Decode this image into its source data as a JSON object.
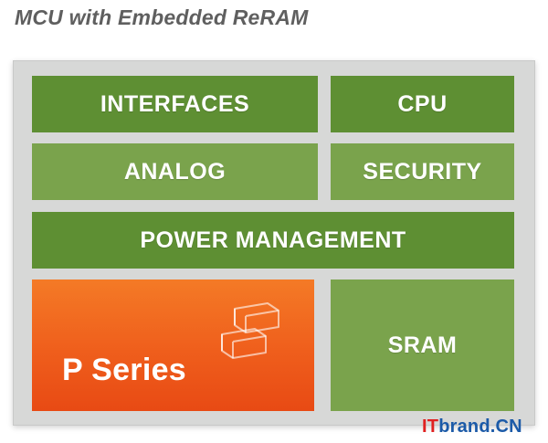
{
  "title": "MCU with Embedded ReRAM",
  "blocks": {
    "interfaces": "INTERFACES",
    "cpu": "CPU",
    "analog": "ANALOG",
    "security": "SECURITY",
    "power": "POWER MANAGEMENT",
    "sram": "SRAM",
    "p_series": "P Series"
  },
  "watermark": {
    "it": "IT",
    "rest": "brand.CN"
  },
  "colors": {
    "dark_green": "#5e8f33",
    "light_green": "#7aa34c",
    "orange": "#f26a21",
    "frame_gray": "#d7d8d7"
  },
  "icons": [
    "p-series-logo-icon"
  ]
}
